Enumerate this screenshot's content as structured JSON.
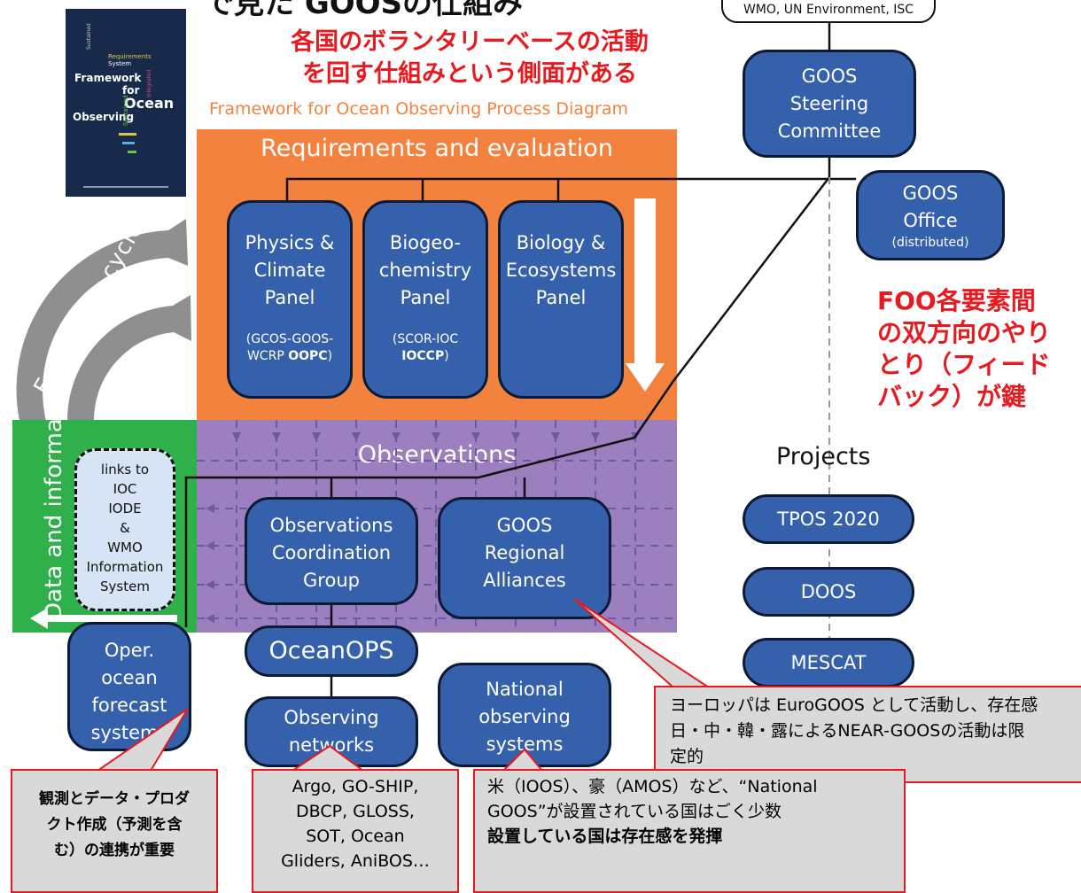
{
  "header": {
    "title_partial": "で見た GOOSの仕組み",
    "red_note": "各国のボランタリーベースの活動\nを回す仕組みという側面がある",
    "diagram_title": "Framework for Ocean Observing Process Diagram"
  },
  "book_cover": {
    "words": [
      "Framework",
      "for",
      "Ocean",
      "Observing",
      "Requirements",
      "System",
      "Sustained",
      "Global",
      "Integrated"
    ]
  },
  "governance": {
    "sponsors": "WMO, UN Environment, ISC",
    "steering": "GOOS\nSteering\nCommittee",
    "office": "GOOS\nOffice",
    "office_sub": "(distributed)"
  },
  "requirements": {
    "title": "Requirements and evaluation",
    "panels": [
      {
        "title": "Physics &\nClimate\nPanel",
        "sub_pre": "(GCOS-GOOS-\nWCRP ",
        "sub_bold": "OOPC",
        "sub_post": ")"
      },
      {
        "title": "Biogeo-\nchemistry\nPanel",
        "sub_pre": "(SCOR-IOC\n",
        "sub_bold": "IOCCP",
        "sub_post": ")"
      },
      {
        "title": "Biology &\nEcosystems\nPanel",
        "sub_pre": "",
        "sub_bold": "",
        "sub_post": ""
      }
    ]
  },
  "evaluation_label": "Evaluation cycles",
  "data_info_label": "Data and information",
  "observations": {
    "title": "Observations",
    "ocg": "Observations\nCoordination\nGroup",
    "regional": "GOOS\nRegional\nAlliances",
    "oceanops": "OceanOPS",
    "networks": "Observing\nnetworks",
    "national": "National\nobserving\nsystems"
  },
  "data_boxes": {
    "links": "links to\nIOC\nIODE\n&\nWMO\nInformation\nSystem",
    "forecast": "Oper.\nocean\nforecast\nsystems"
  },
  "projects": {
    "title": "Projects",
    "items": [
      "TPOS 2020",
      "DOOS",
      "MESCAT"
    ]
  },
  "feedback_note": "FOO各要素間\nの双方向のやり\nとり（フィード\nバック）が鍵",
  "callouts": {
    "europe": "ヨーロッパは EuroGOOS として活動し、存在感\n日・中・韓・露によるNEAR-GOOSの活動は限\n定的",
    "data_link": "観測とデータ・プロダ\nクト作成（予測を含\nむ）の連携が重要",
    "networks_list": "Argo, GO-SHIP,\nDBCP, GLOSS,\nSOT, Ocean\nGliders, AniBOS…",
    "national_normal": "米（IOOS）、豪（AMOS）など、“National\nGOOS”が設置されている国はごく少数",
    "national_bold": "設置している国は存在感を発揮"
  },
  "colors": {
    "orange": "#f4823f",
    "purple": "#9b7fbf",
    "green": "#2fb04a",
    "panel_blue": "#3560ac",
    "red": "#e8191f",
    "callout_gray": "#d9d9d9"
  }
}
